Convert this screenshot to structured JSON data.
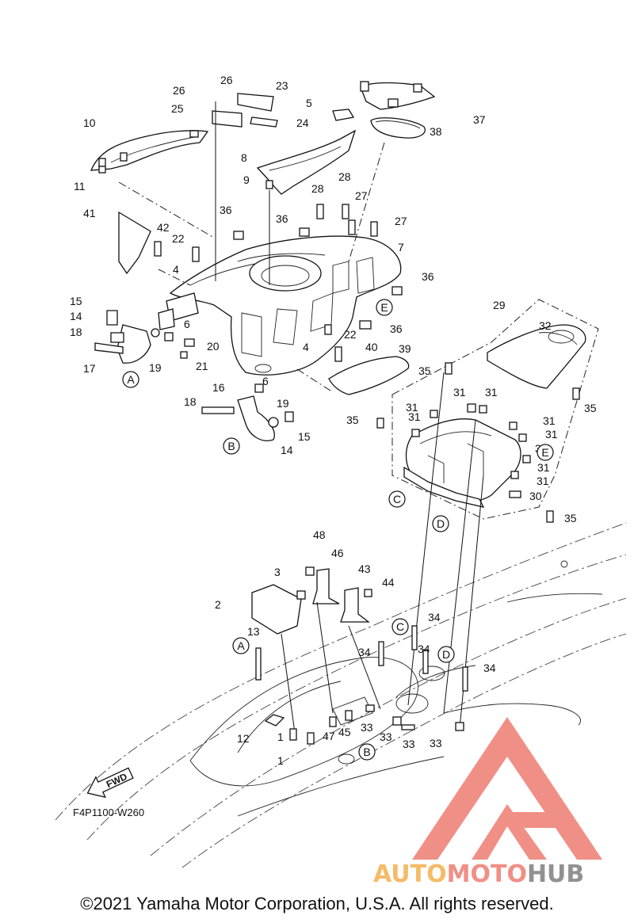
{
  "diagram": {
    "drawing_code": "F4P1100-W260",
    "fwd_label": "FWD",
    "callouts": [
      "1",
      "1",
      "2",
      "3",
      "4",
      "4",
      "5",
      "6",
      "6",
      "7",
      "8",
      "9",
      "10",
      "11",
      "12",
      "13",
      "14",
      "14",
      "15",
      "15",
      "16",
      "17",
      "18",
      "18",
      "19",
      "19",
      "20",
      "21",
      "22",
      "22",
      "23",
      "24",
      "25",
      "26",
      "26",
      "27",
      "27",
      "28",
      "28",
      "29",
      "30",
      "31",
      "31",
      "31",
      "31",
      "31",
      "31",
      "31",
      "31",
      "31",
      "32",
      "33",
      "33",
      "33",
      "33",
      "34",
      "34",
      "34",
      "34",
      "35",
      "35",
      "35",
      "35",
      "36",
      "36",
      "36",
      "36",
      "37",
      "38",
      "39",
      "40",
      "41",
      "42",
      "43",
      "44",
      "45",
      "46",
      "47",
      "48"
    ],
    "reference_markers": [
      "A",
      "A",
      "B",
      "B",
      "C",
      "C",
      "D",
      "D",
      "E",
      "E"
    ]
  },
  "watermark": {
    "brand_part1": "AUTO",
    "brand_part2": "MOTO",
    "brand_part3": "HUB",
    "colors": {
      "logo": "#f08a80",
      "auto": "#f5b860",
      "moto": "#f08a80",
      "hub": "#8c8c8c"
    }
  },
  "footer": {
    "copyright": "©2021 Yamaha Motor Corporation, U.S.A. All rights reserved."
  }
}
